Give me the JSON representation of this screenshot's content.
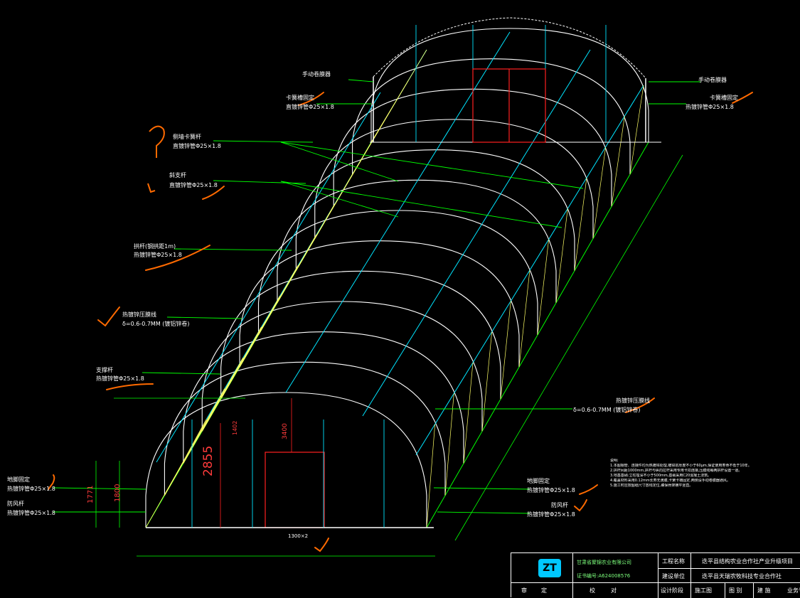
{
  "callouts_left": [
    {
      "title": "卡簧槽固定",
      "spec": "直镀锌管Φ25×1.8"
    },
    {
      "title": "侧墙卡簧杆",
      "spec": "直镀锌管Φ25×1.8"
    },
    {
      "title": "拱杆(钢拱距1m)",
      "spec": "热镀锌管Φ25×1.8"
    },
    {
      "title": "斜支杆",
      "spec": "直镀锌管Φ25×1.8"
    },
    {
      "title": "热镀锌压膜线",
      "spec": "δ=0.6-0.7MM (镀铝锌卷)"
    },
    {
      "title": "支撑杆",
      "spec": "热镀锌管Φ25×1.8"
    },
    {
      "title": "地脚固定",
      "spec": "热镀锌管Φ25×1.8"
    },
    {
      "title": "防风杆",
      "spec": "热镀锌管Φ25×1.8"
    },
    {
      "title": "手动卷膜器",
      "spec": ""
    }
  ],
  "callouts_right": [
    {
      "title": "手动卷膜器",
      "spec": ""
    },
    {
      "title": "卡簧槽固定",
      "spec": "热镀锌管Φ25×1.8"
    },
    {
      "title": "热镀锌压膜线",
      "spec": "δ=0.6-0.7MM (镀铝锌卷)"
    },
    {
      "title": "地脚固定",
      "spec": "热镀锌管Φ25×1.8"
    },
    {
      "title": "防风杆",
      "spec": "热镀锌管Φ25×1.8"
    }
  ],
  "dimensions": {
    "height_main": "2855",
    "door_height": "3400",
    "door_width": "1402",
    "left_a": "1771",
    "left_b": "1800",
    "bottom_label": "1300×2"
  },
  "notes": [
    "说明:",
    "1.本图钢管、连接件均为热镀锌处理,镀锌层厚度不小于60μm,保证使用寿命不低于10年。",
    "2.拱杆间距1000mm,拱杆与纵向拉杆采用专用卡扣连接,压膜线每两拱杆设置一道。",
    "3.地基基础:立柱埋深不小于500mm,基础采用C20混凝土浇筑。",
    "4.覆盖材料采用0.12mm长寿无滴膜,卡簧卡槽固定,两侧设手动卷膜器通风。",
    "5.施工时应按图纸尺寸放线定位,确保骨架横平竖直。"
  ],
  "title_block": {
    "company": "甘肃省聚锦农业有限公司",
    "cert": "证书编号:A624008576",
    "logo_text": "ZT",
    "project_label": "工程名称",
    "project_value": "迭平县结构农业合作社产业升级项目",
    "unit_label": "建设单位",
    "unit_value": "迭平县天瑞农牧科技专业合作社",
    "design_stage_label": "设计阶段",
    "design_stage_value": "施工图",
    "drawing_label": "图 别",
    "drawing_value": "建 施",
    "row_labels": [
      "审",
      "定",
      "校",
      "对"
    ],
    "extra": "业务号"
  },
  "colors": {
    "frame": "#ffffff",
    "cyan": "#00e5ff",
    "green": "#00ff00",
    "yellow": "#ffff66",
    "red": "#ff2020",
    "markup": "#ff6a00"
  }
}
